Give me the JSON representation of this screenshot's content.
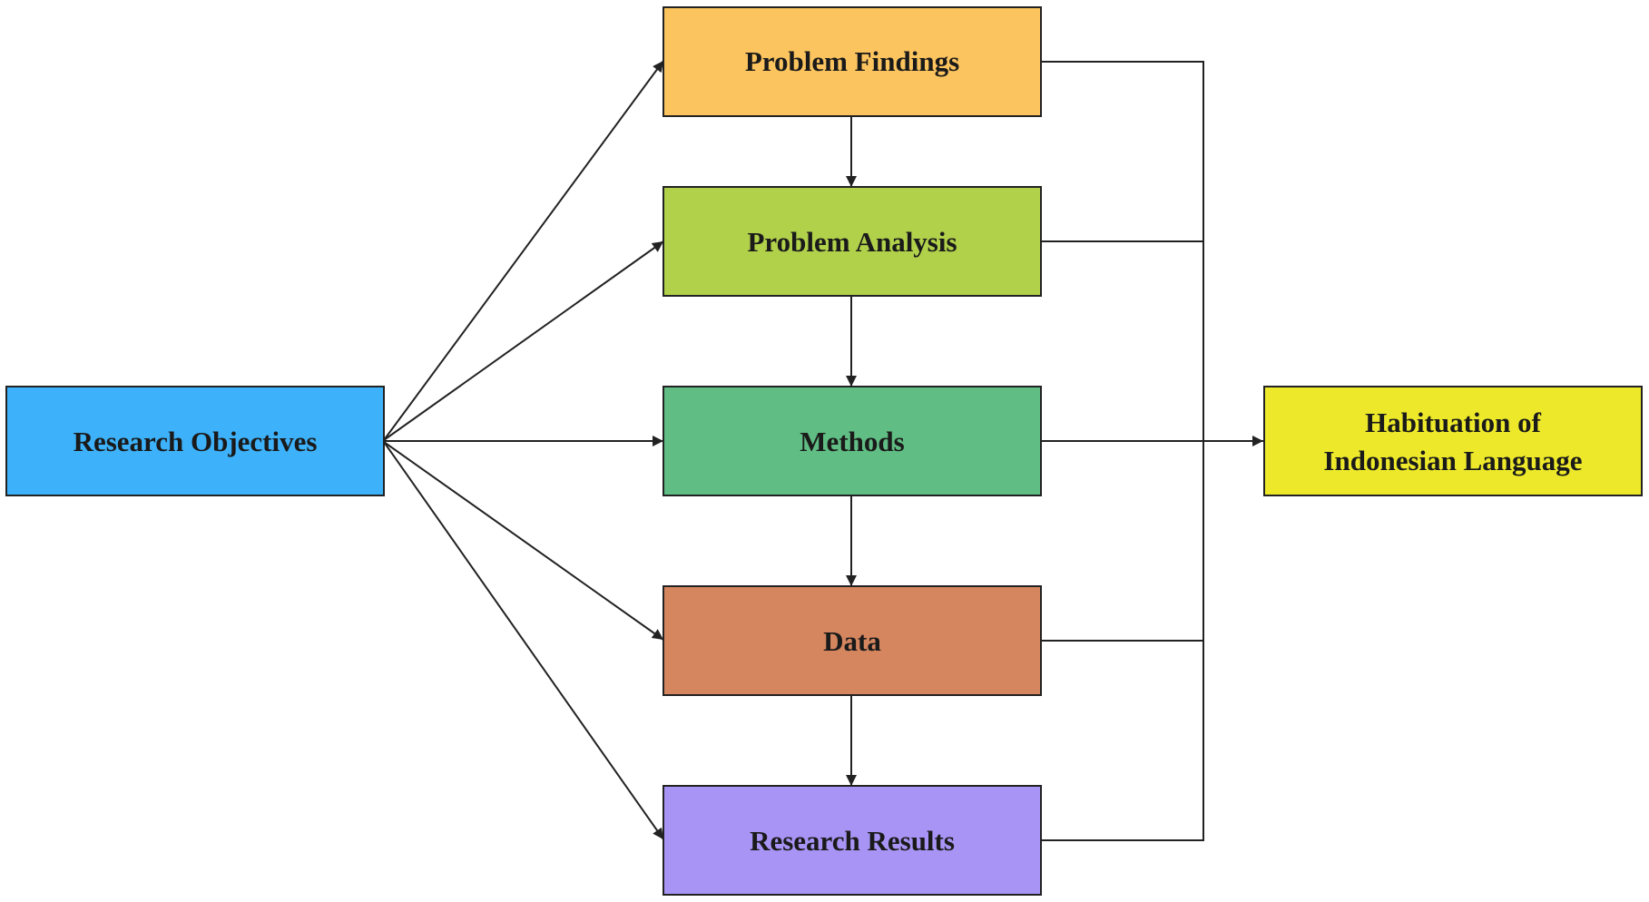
{
  "nodes": {
    "research_objectives": {
      "label": "Research Objectives",
      "color": "#3db2fa"
    },
    "problem_findings": {
      "label": "Problem Findings",
      "color": "#fcc45e"
    },
    "problem_analysis": {
      "label": "Problem Analysis",
      "color": "#b1d14b"
    },
    "methods": {
      "label": "Methods",
      "color": "#60bd83"
    },
    "data": {
      "label": "Data",
      "color": "#d5865f"
    },
    "research_results": {
      "label": "Research Results",
      "color": "#a894f5"
    },
    "habituation": {
      "label_line1": "Habituation of",
      "label_line2": "Indonesian Language",
      "color": "#ede92a"
    }
  },
  "edges": [
    {
      "from": "research_objectives",
      "to": "problem_findings"
    },
    {
      "from": "research_objectives",
      "to": "problem_analysis"
    },
    {
      "from": "research_objectives",
      "to": "methods"
    },
    {
      "from": "research_objectives",
      "to": "data"
    },
    {
      "from": "research_objectives",
      "to": "research_results"
    },
    {
      "from": "problem_findings",
      "to": "problem_analysis"
    },
    {
      "from": "problem_analysis",
      "to": "methods"
    },
    {
      "from": "methods",
      "to": "data"
    },
    {
      "from": "data",
      "to": "research_results"
    },
    {
      "from": "problem_findings",
      "to": "habituation"
    },
    {
      "from": "problem_analysis",
      "to": "habituation"
    },
    {
      "from": "methods",
      "to": "habituation"
    },
    {
      "from": "data",
      "to": "habituation"
    },
    {
      "from": "research_results",
      "to": "habituation"
    }
  ],
  "colors": {
    "stroke": "#222222"
  }
}
